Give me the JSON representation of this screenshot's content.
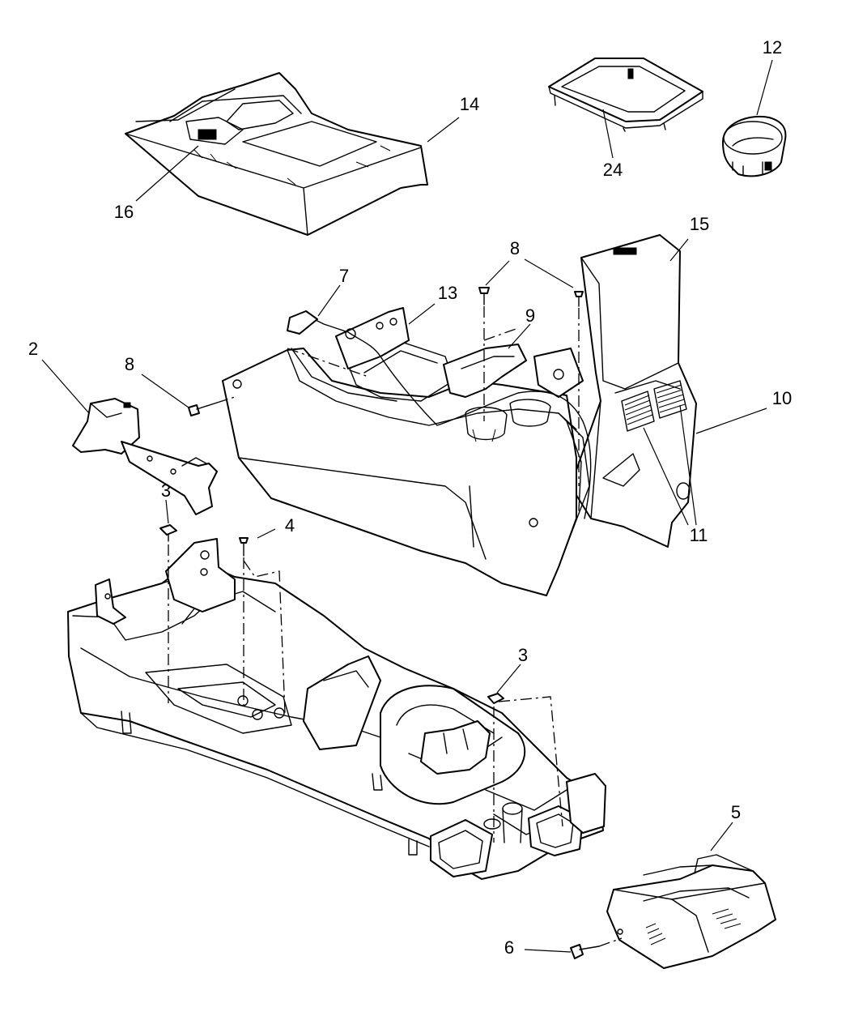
{
  "callouts": [
    {
      "id": "c-12",
      "text": "12"
    },
    {
      "id": "c-14",
      "text": "14"
    },
    {
      "id": "c-16",
      "text": "16"
    },
    {
      "id": "c-24",
      "text": "24"
    },
    {
      "id": "c-15",
      "text": "15"
    },
    {
      "id": "c-8a",
      "text": "8"
    },
    {
      "id": "c-8b",
      "text": "8"
    },
    {
      "id": "c-7",
      "text": "7"
    },
    {
      "id": "c-13",
      "text": "13"
    },
    {
      "id": "c-9",
      "text": "9"
    },
    {
      "id": "c-2",
      "text": "2"
    },
    {
      "id": "c-8c",
      "text": "8"
    },
    {
      "id": "c-10",
      "text": "10"
    },
    {
      "id": "c-3a",
      "text": "3"
    },
    {
      "id": "c-4",
      "text": "4"
    },
    {
      "id": "c-11",
      "text": "11"
    },
    {
      "id": "c-3b",
      "text": "3"
    },
    {
      "id": "c-5",
      "text": "5"
    },
    {
      "id": "c-6",
      "text": "6"
    }
  ]
}
